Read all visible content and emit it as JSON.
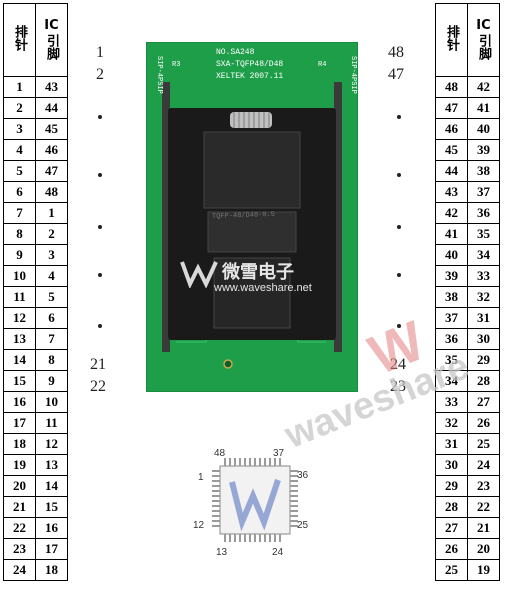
{
  "left_table": {
    "header_col1": "排针",
    "header_col2_line1": "IC",
    "header_col2_line2": "引脚",
    "rows": [
      [
        "1",
        "43"
      ],
      [
        "2",
        "44"
      ],
      [
        "3",
        "45"
      ],
      [
        "4",
        "46"
      ],
      [
        "5",
        "47"
      ],
      [
        "6",
        "48"
      ],
      [
        "7",
        "1"
      ],
      [
        "8",
        "2"
      ],
      [
        "9",
        "3"
      ],
      [
        "10",
        "4"
      ],
      [
        "11",
        "5"
      ],
      [
        "12",
        "6"
      ],
      [
        "13",
        "7"
      ],
      [
        "14",
        "8"
      ],
      [
        "15",
        "9"
      ],
      [
        "16",
        "10"
      ],
      [
        "17",
        "11"
      ],
      [
        "18",
        "12"
      ],
      [
        "19",
        "13"
      ],
      [
        "20",
        "14"
      ],
      [
        "21",
        "15"
      ],
      [
        "22",
        "16"
      ],
      [
        "23",
        "17"
      ],
      [
        "24",
        "18"
      ]
    ]
  },
  "right_table": {
    "header_col1": "排针",
    "header_col2_line1": "IC",
    "header_col2_line2": "引脚",
    "rows": [
      [
        "48",
        "42"
      ],
      [
        "47",
        "41"
      ],
      [
        "46",
        "40"
      ],
      [
        "45",
        "39"
      ],
      [
        "44",
        "38"
      ],
      [
        "43",
        "37"
      ],
      [
        "42",
        "36"
      ],
      [
        "41",
        "35"
      ],
      [
        "40",
        "34"
      ],
      [
        "39",
        "33"
      ],
      [
        "38",
        "32"
      ],
      [
        "37",
        "31"
      ],
      [
        "36",
        "30"
      ],
      [
        "35",
        "29"
      ],
      [
        "34",
        "28"
      ],
      [
        "33",
        "27"
      ],
      [
        "32",
        "26"
      ],
      [
        "31",
        "25"
      ],
      [
        "30",
        "24"
      ],
      [
        "29",
        "23"
      ],
      [
        "28",
        "22"
      ],
      [
        "27",
        "21"
      ],
      [
        "26",
        "20"
      ],
      [
        "25",
        "19"
      ]
    ]
  },
  "board_labels": {
    "top_left_1": "1",
    "top_left_2": "2",
    "top_right_1": "48",
    "top_right_2": "47",
    "bottom_left_1": "21",
    "bottom_left_2": "22",
    "bottom_right_1": "24",
    "bottom_right_2": "23"
  },
  "board_silkscreen": {
    "line1": "NO.SA248",
    "line2": "SXA-TQFP48/D48",
    "line3": "XELTEK 2007.11",
    "left_vertical": "SIP-4PSIP",
    "right_vertical": "SIP-4PSIP",
    "r3": "R3",
    "r4": "R4",
    "socket_text": "TQFP-48/D48-0.5"
  },
  "watermark": {
    "brand_cn": "微雪电子",
    "brand_url": "www.waveshare.net",
    "diagonal": "waveshare"
  },
  "chip_labels": {
    "n48": "48",
    "n37": "37",
    "n1": "1",
    "n36": "36",
    "n12": "12",
    "n25": "25",
    "n13": "13",
    "n24": "24"
  },
  "colors": {
    "pcb_green": "#1f9e4a",
    "socket_black": "#1a1a1a",
    "pin_gold": "#c9a850",
    "watermark_gray": "#b8b8b8",
    "watermark_red": "#d04040"
  }
}
